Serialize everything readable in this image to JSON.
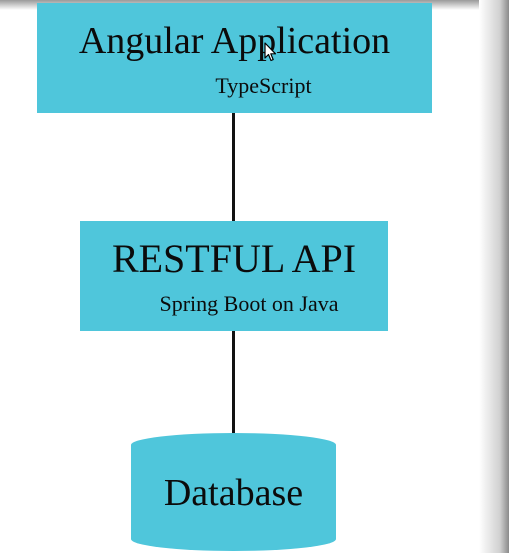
{
  "diagram": {
    "nodes": [
      {
        "id": "angular",
        "title": "Angular Application",
        "subtitle": "TypeScript",
        "shape": "rectangle",
        "color": "#4fc6db"
      },
      {
        "id": "api",
        "title": "RESTFUL API",
        "subtitle": "Spring Boot on Java",
        "shape": "rectangle",
        "color": "#4fc6db"
      },
      {
        "id": "db",
        "title": "Database",
        "shape": "cylinder",
        "color": "#4fc6db"
      }
    ],
    "edges": [
      {
        "from": "angular",
        "to": "api"
      },
      {
        "from": "api",
        "to": "db"
      }
    ]
  },
  "cursor": {
    "icon": "mouse-pointer-icon"
  }
}
